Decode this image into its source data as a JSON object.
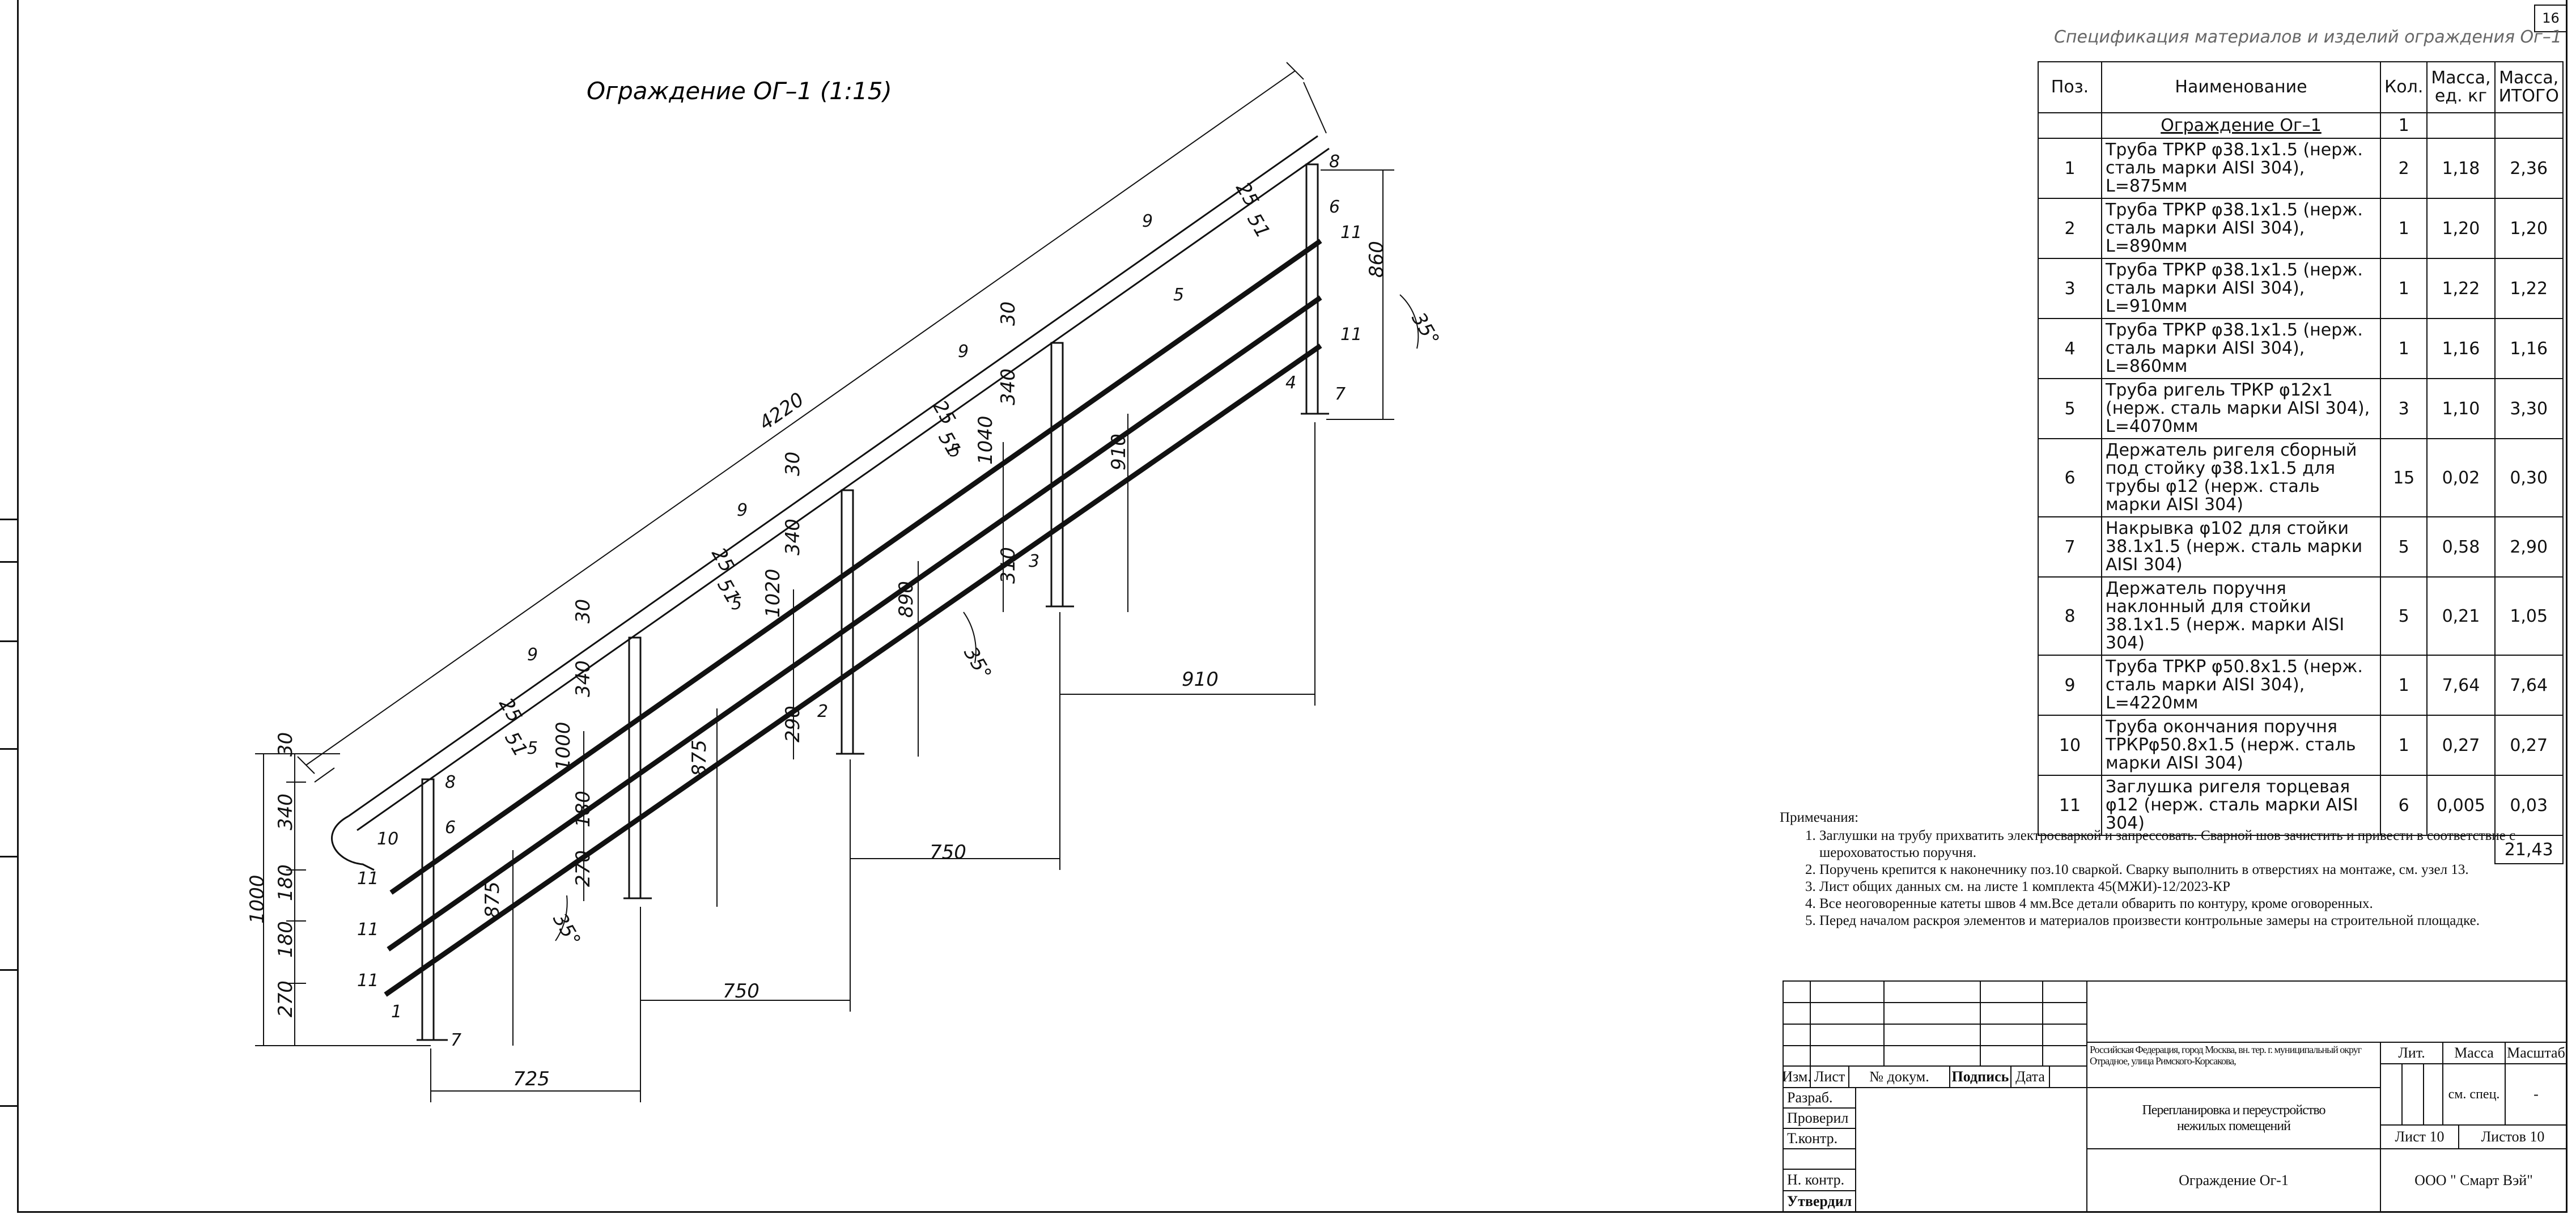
{
  "sheet_corner_number": "16",
  "drawing": {
    "title": "Ограждение ОГ–1 (1:15)",
    "dims": {
      "length_4220": "4220",
      "d25": "25",
      "d51": "51",
      "d30": "30",
      "d340": "340",
      "d180": "180",
      "d270": "270",
      "d1000": "1000",
      "d1020": "1020",
      "d1040": "1040",
      "d875": "875",
      "d890": "890",
      "d910": "910",
      "d860": "860",
      "d290": "290",
      "d310": "310",
      "d725": "725",
      "d750": "750",
      "angle": "35°"
    },
    "marks": {
      "m1": "1",
      "m2": "2",
      "m3": "3",
      "m4": "4",
      "m5": "5",
      "m6": "6",
      "m7": "7",
      "m8": "8",
      "m9": "9",
      "m10": "10",
      "m11": "11"
    }
  },
  "spec": {
    "title": "Спецификация материалов и изделий ограждения Ог–1",
    "headers": {
      "pos": "Поз.",
      "name": "Наименование",
      "qty": "Кол.",
      "mass_unit": "Масса, ед. кг",
      "mass_total": "Масса, ИТОГО"
    },
    "group": {
      "name": "Ограждение Ог–1",
      "qty": "1"
    },
    "rows": [
      {
        "pos": "1",
        "name": "Труба ТРКР φ38.1х1.5 (нерж. сталь марки AISI 304), L=875мм",
        "qty": "2",
        "m": "1,18",
        "t": "2,36"
      },
      {
        "pos": "2",
        "name": "Труба ТРКР φ38.1х1.5 (нерж. сталь марки AISI 304), L=890мм",
        "qty": "1",
        "m": "1,20",
        "t": "1,20"
      },
      {
        "pos": "3",
        "name": "Труба ТРКР φ38.1х1.5 (нерж. сталь марки AISI 304), L=910мм",
        "qty": "1",
        "m": "1,22",
        "t": "1,22"
      },
      {
        "pos": "4",
        "name": "Труба ТРКР φ38.1х1.5 (нерж. сталь марки AISI 304), L=860мм",
        "qty": "1",
        "m": "1,16",
        "t": "1,16"
      },
      {
        "pos": "5",
        "name": "Труба ригель ТРКР φ12х1 (нерж. сталь марки AISI 304), L=4070мм",
        "qty": "3",
        "m": "1,10",
        "t": "3,30"
      },
      {
        "pos": "6",
        "name": "Держатель ригеля сборный под стойку φ38.1х1.5 для трубы φ12 (нерж. сталь марки AISI 304)",
        "qty": "15",
        "m": "0,02",
        "t": "0,30"
      },
      {
        "pos": "7",
        "name": "Накрывка φ102 для стойки 38.1х1.5 (нерж. сталь марки AISI 304)",
        "qty": "5",
        "m": "0,58",
        "t": "2,90"
      },
      {
        "pos": "8",
        "name": "Держатель поручня наклонный для стойки 38.1х1.5 (нерж. марки AISI 304)",
        "qty": "5",
        "m": "0,21",
        "t": "1,05"
      },
      {
        "pos": "9",
        "name": "Труба ТРКР φ50.8х1.5 (нерж. сталь марки AISI 304), L=4220мм",
        "qty": "1",
        "m": "7,64",
        "t": "7,64"
      },
      {
        "pos": "10",
        "name": "Труба окончания поручня ТРКРφ50.8х1.5 (нерж. сталь марки AISI 304)",
        "qty": "1",
        "m": "0,27",
        "t": "0,27"
      },
      {
        "pos": "11",
        "name": "Заглушка ригеля торцевая φ12 (нерж. сталь марки AISI 304)",
        "qty": "6",
        "m": "0,005",
        "t": "0,03"
      }
    ],
    "total": "21,43"
  },
  "notes": {
    "title": "Примечания:",
    "items": [
      "Заглушки на трубу прихватить электросваркой и запрессовать. Сварной шов зачистить и привести в соответствие с шероховатостью поручня.",
      "Поручень крепится к наконечнику поз.10 сваркой. Сварку выполнить в отверстиях на монтаже, см. узел 13.",
      "Лист общих данных см. на листе 1 комплекта 45(МЖИ)-12/2023-КР",
      "Все неоговоренные катеты швов 4 мм.Все детали обварить по контуру, кроме оговоренных.",
      "Перед началом раскроя элементов и материалов произвести контрольные замеры на строительной площадке."
    ]
  },
  "title_block": {
    "col_izm": "Изм.",
    "col_list": "Лист",
    "col_doc": "№ докум.",
    "col_sign": "Подпись",
    "col_date": "Дата",
    "razrab": "Разраб.",
    "proveril": "Проверил",
    "tkontr": "Т.контр.",
    "nkontr": "Н. контр.",
    "utverdil": "Утвердил",
    "address": "Российская Федерация, город Москва, вн. тер. г. муниципальный округ Отрадное, улица Римского-Корсакова,",
    "project": "Перепланировка и переустройство нежилых помещений",
    "drawing_name": "Ограждение Ог-1",
    "lit": "Лит.",
    "massa": "Масса",
    "masshtab": "Масштаб",
    "massa_value": "см. спец.",
    "masshtab_value": "-",
    "list": "Лист 10",
    "listov": "Листов 10",
    "company": "ООО \" Смарт Вэй\""
  }
}
